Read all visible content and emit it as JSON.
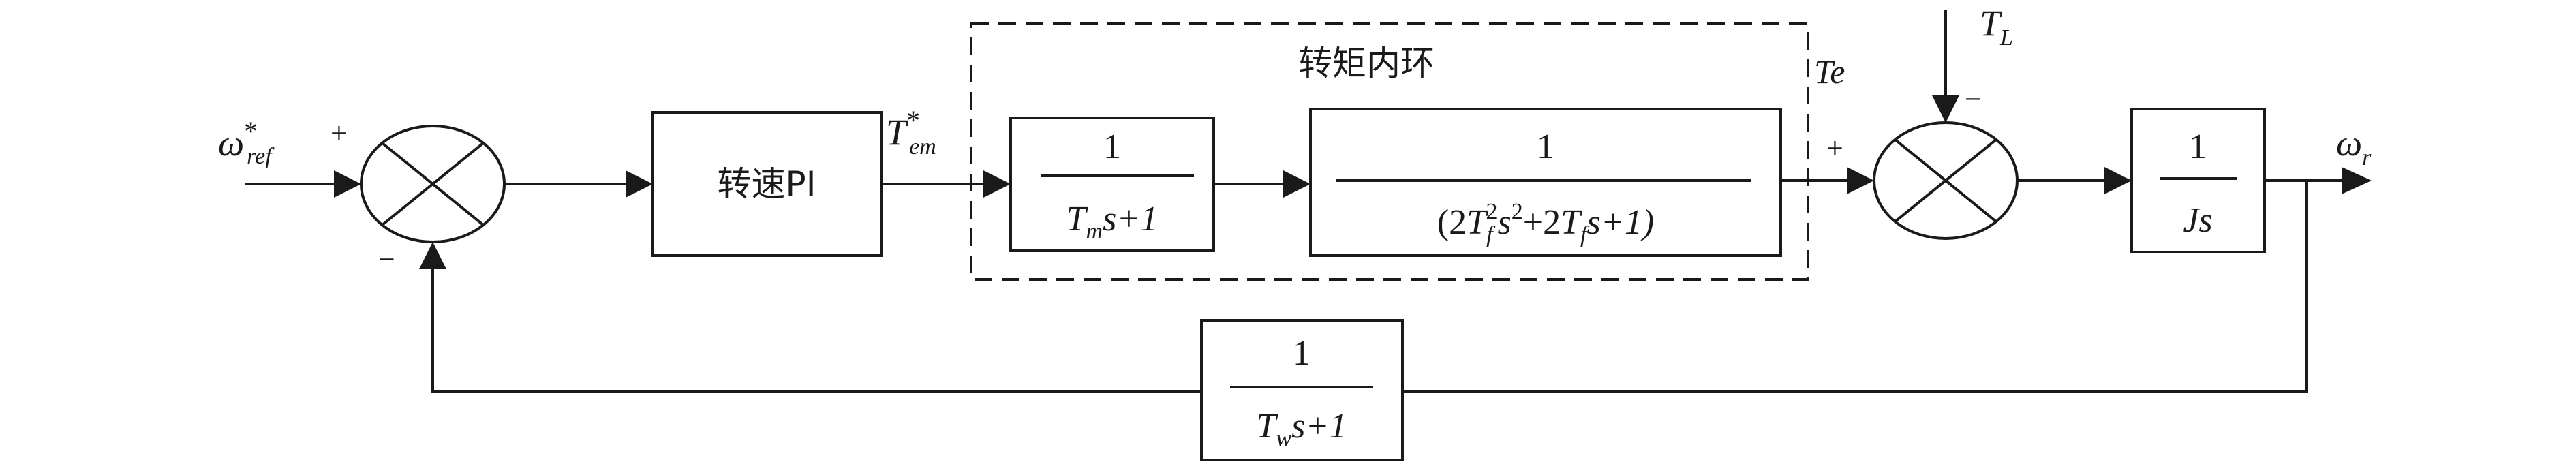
{
  "signals": {
    "w_ref_main": "ω",
    "w_ref_sup": "*",
    "w_ref_sub": "ref",
    "t_em_main": "T",
    "t_em_sup": "*",
    "t_em_sub": "em",
    "te": "Te",
    "tl_main": "T",
    "tl_sub": "L",
    "w_r_main": "ω",
    "w_r_sub": "r"
  },
  "signs": {
    "sum1_plus": "+",
    "sum1_minus": "−",
    "sum2_plus": "+",
    "sum2_minus": "−"
  },
  "blocks": {
    "speed_pi": "转速PI",
    "torque_loop_title": "转矩内环",
    "one": "1",
    "tm_main": "T",
    "tm_sub": "m",
    "tm_rest": "s+1",
    "tf_open": "(2",
    "tf_T1": "T",
    "tf_f1": "f",
    "tf_sq1": "2",
    "tf_s": "s",
    "tf_sq2": "2",
    "tf_plus2": "+2",
    "tf_T2": "T",
    "tf_f2": "f",
    "tf_close": "s+1)",
    "js": "Js",
    "tw_main": "T",
    "tw_sub": "w",
    "tw_rest": "s+1"
  }
}
